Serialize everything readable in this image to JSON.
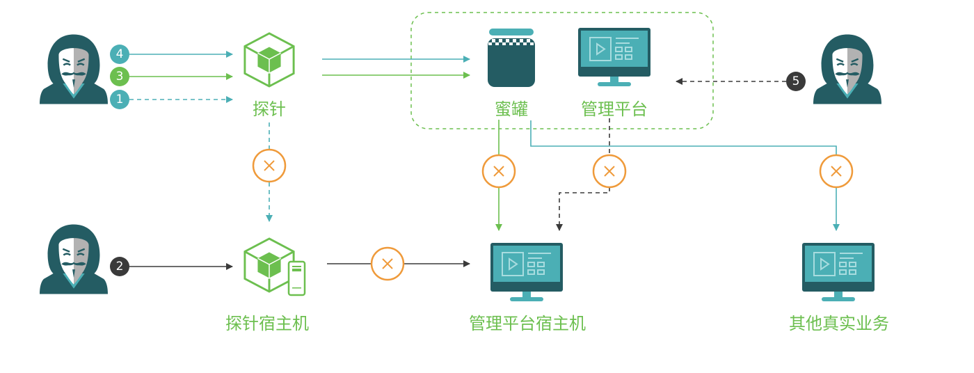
{
  "colors": {
    "teal": "#4bafb5",
    "teal_dark": "#245c63",
    "green": "#6cbf4f",
    "orange": "#ef9a3a",
    "dark": "#3a3a3a",
    "mask_light": "#ffffff",
    "mask_shade": "#b2b2b2"
  },
  "nodes": {
    "probe": {
      "label": "探针",
      "icon": "cube-icon"
    },
    "honeypot": {
      "label": "蜜罐",
      "icon": "jar-icon"
    },
    "mgmt_platform": {
      "label": "管理平台",
      "icon": "monitor-icon"
    },
    "probe_host": {
      "label": "探针宿主机",
      "icon": "cube-server-icon"
    },
    "mgmt_host": {
      "label": "管理平台宿主机",
      "icon": "monitor-icon"
    },
    "other_business": {
      "label": "其他真实业务",
      "icon": "monitor-icon"
    }
  },
  "attackers": [
    {
      "id": "attacker-top-left",
      "icon": "hacker-icon"
    },
    {
      "id": "attacker-bottom-left",
      "icon": "hacker-icon"
    },
    {
      "id": "attacker-right",
      "icon": "hacker-icon"
    }
  ],
  "badges": {
    "b4": "4",
    "b3": "3",
    "b1": "1",
    "b2": "2",
    "b5": "5"
  },
  "blocked_marker": {
    "icon": "blocked-x-icon",
    "glyph": "×"
  }
}
